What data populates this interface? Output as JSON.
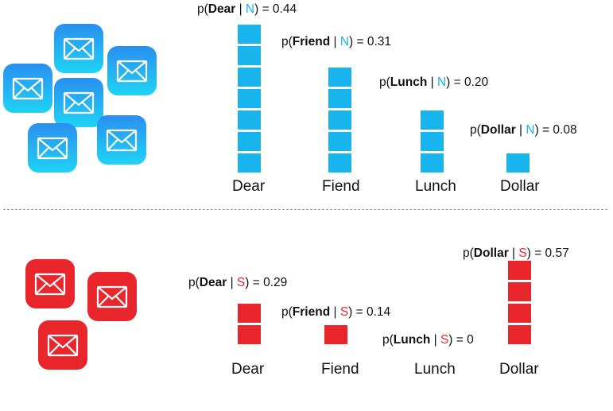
{
  "colors": {
    "blue": "#18b4ee",
    "red": "#e8262c"
  },
  "top_section": {
    "class_symbol": "N",
    "class_color": "#18b4ee",
    "bars": [
      {
        "word": "Dear",
        "prob_prefix": "p(",
        "token": "Dear",
        "sep": " | ",
        "cls": "N",
        "prob_suffix": ") = 0.44",
        "blocks": 7
      },
      {
        "word": "Fiend",
        "prob_prefix": "p(",
        "token": "Friend",
        "sep": " | ",
        "cls": "N",
        "prob_suffix": ") = 0.31",
        "blocks": 5
      },
      {
        "word": "Lunch",
        "prob_prefix": "p(",
        "token": "Lunch",
        "sep": " | ",
        "cls": "N",
        "prob_suffix": ") = 0.20",
        "blocks": 3
      },
      {
        "word": "Dollar",
        "prob_prefix": "p(",
        "token": "Dollar",
        "sep": " | ",
        "cls": "N",
        "prob_suffix": ") = 0.08",
        "blocks": 1
      }
    ],
    "envelopes": 6,
    "envelope_icon": "mail-envelope-icon"
  },
  "bottom_section": {
    "class_symbol": "S",
    "class_color": "#e8262c",
    "bars": [
      {
        "word": "Dear",
        "prob_prefix": "p(",
        "token": "Dear",
        "sep": " | ",
        "cls": "S",
        "prob_suffix": ") = 0.29",
        "blocks": 2
      },
      {
        "word": "Fiend",
        "prob_prefix": "p(",
        "token": "Friend",
        "sep": " | ",
        "cls": "S",
        "prob_suffix": ") = 0.14",
        "blocks": 1
      },
      {
        "word": "Lunch",
        "prob_prefix": "p(",
        "token": "Lunch",
        "sep": " | ",
        "cls": "S",
        "prob_suffix": ") = 0",
        "blocks": 0
      },
      {
        "word": "Dollar",
        "prob_prefix": "p(",
        "token": "Dollar",
        "sep": " | ",
        "cls": "S",
        "prob_suffix": ") = 0.57",
        "blocks": 4
      }
    ],
    "envelopes": 3,
    "envelope_icon": "mail-envelope-icon"
  }
}
